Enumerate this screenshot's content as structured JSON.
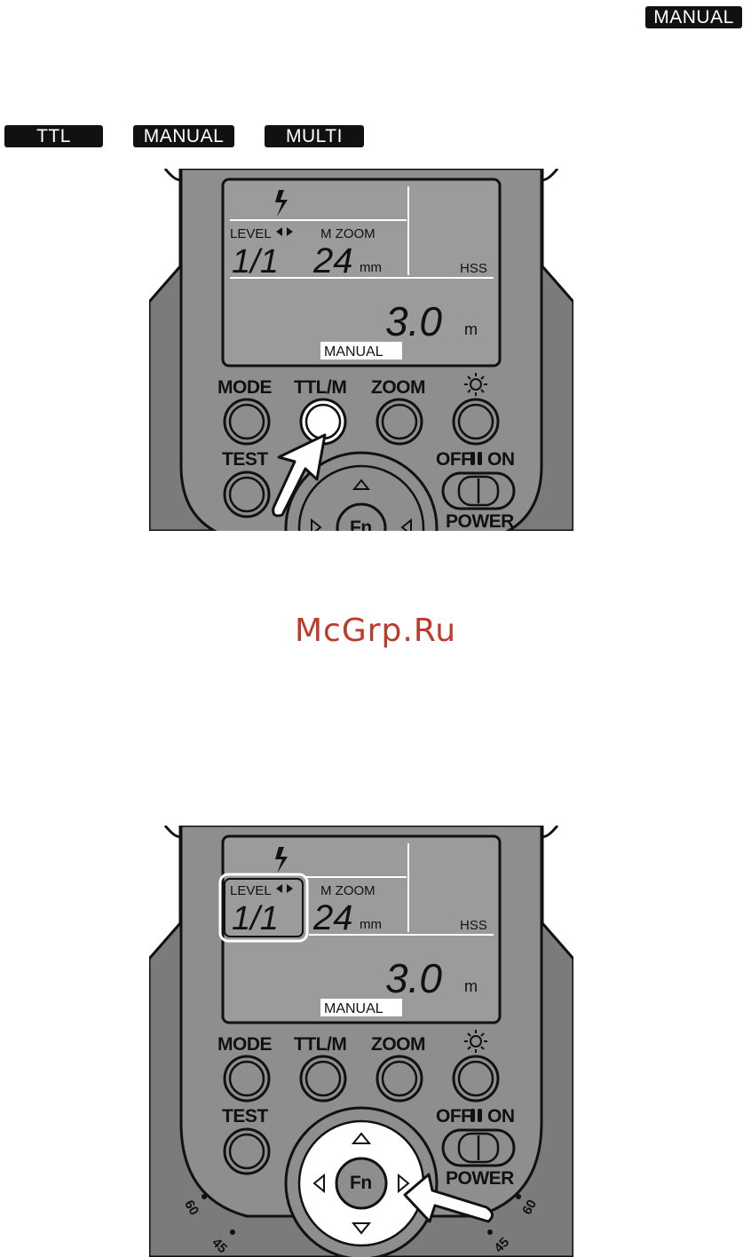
{
  "header": {
    "corner_badge": "MANUAL",
    "mode_badges": [
      "TTL",
      "MANUAL",
      "MULTI"
    ]
  },
  "watermark": "McGrp.Ru",
  "flash_unit": {
    "lcd": {
      "level_label": "LEVEL",
      "level_value": "1/1",
      "zoom_label": "M ZOOM",
      "zoom_value": "24",
      "zoom_unit": "mm",
      "hss": "HSS",
      "distance_value": "3.0",
      "distance_unit": "m",
      "mode_badge": "MANUAL"
    },
    "buttons": {
      "mode": "MODE",
      "ttl_m": "TTL/M",
      "zoom": "ZOOM",
      "test": "TEST",
      "fn": "Fn"
    },
    "power": {
      "off": "OFF",
      "on": "ON",
      "label": "POWER"
    },
    "dial_marks": [
      "60",
      "45"
    ]
  },
  "figures": [
    {
      "highlight": "ttl-m-button"
    },
    {
      "highlight": "level-display-and-dial"
    }
  ],
  "colors": {
    "body": "#8c8c8c",
    "body_dark": "#7a7a7a",
    "lcd": "#9a9a9a",
    "badge": "#111111"
  }
}
